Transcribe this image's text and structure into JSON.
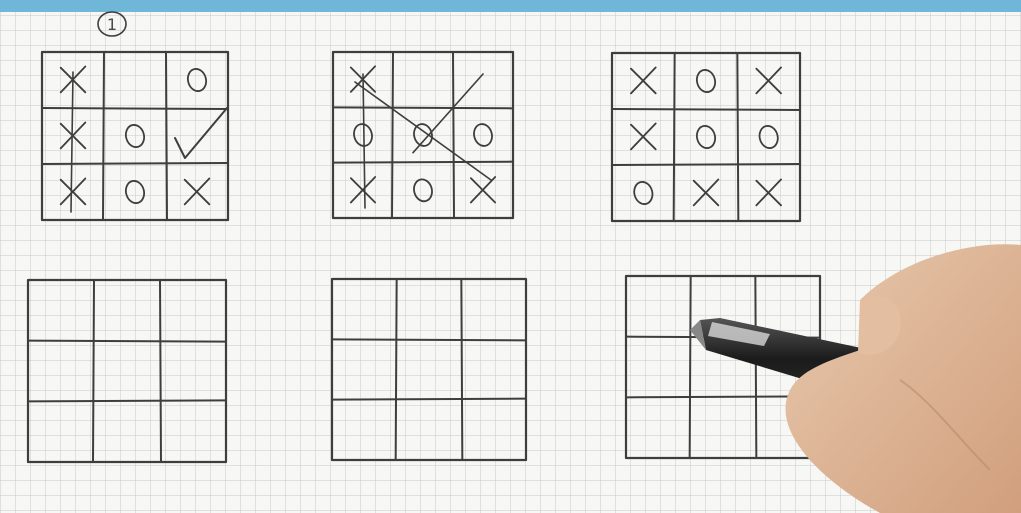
{
  "scene": {
    "paper_color": "#f7f7f5",
    "grid_color": "#c9c9c9",
    "ink_color": "#3e3e3e",
    "top_band_color": "#6fb6d8"
  },
  "page_number": "1",
  "boards": [
    {
      "cells": [
        "X",
        "",
        "O",
        "X",
        "O",
        "✓",
        "X",
        "O",
        "X"
      ],
      "strike": "left-column",
      "check_in_cell": 5
    },
    {
      "cells": [
        "X",
        "",
        "",
        "O",
        "O",
        "O",
        "X",
        "O",
        "X"
      ],
      "strike": "two-diagonals"
    },
    {
      "cells": [
        "X",
        "O",
        "X",
        "X",
        "O",
        "O",
        "O",
        "X",
        "X"
      ],
      "strike": "none"
    },
    {
      "cells": [
        "",
        "",
        "",
        "",
        "",
        "",
        "",
        "",
        ""
      ],
      "strike": "none"
    },
    {
      "cells": [
        "",
        "",
        "",
        "",
        "",
        "",
        "",
        "",
        ""
      ],
      "strike": "none"
    },
    {
      "cells": [
        "",
        "",
        "",
        "",
        "",
        "",
        "",
        "",
        ""
      ],
      "strike": "none"
    }
  ],
  "hand_holding_pen": true
}
